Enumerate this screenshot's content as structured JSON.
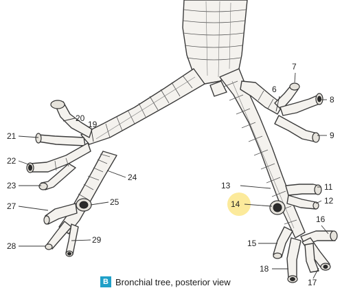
{
  "caption": {
    "badge": "B",
    "text": "Bronchial tree, posterior view"
  },
  "labels": {
    "l6": "6",
    "l7": "7",
    "l8": "8",
    "l9": "9",
    "l11": "11",
    "l12": "12",
    "l13": "13",
    "l14": "14",
    "l15": "15",
    "l16": "16",
    "l17": "17",
    "l18": "18",
    "l19": "19",
    "l20": "20",
    "l21": "21",
    "l22": "22",
    "l23": "23",
    "l24": "24",
    "l25": "25",
    "l27": "27",
    "l28": "28",
    "l29": "29"
  },
  "colors": {
    "badge": "#1fa0c8",
    "highlight": "#fbe68a"
  }
}
